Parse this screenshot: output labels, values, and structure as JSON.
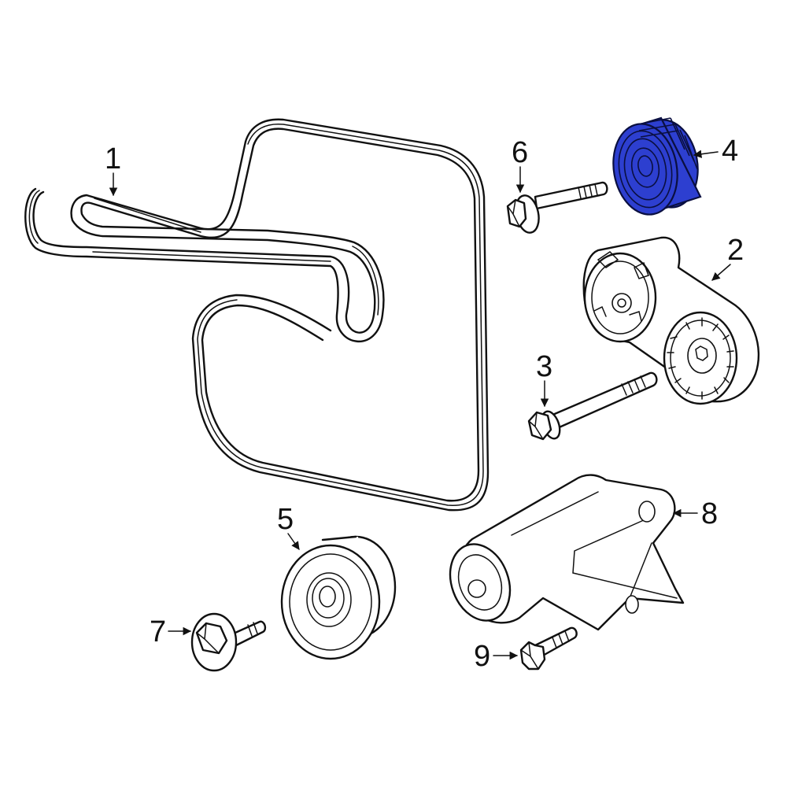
{
  "diagram": {
    "highlight_color": "#2d3fd0",
    "callouts": [
      {
        "id": "1",
        "label": "1"
      },
      {
        "id": "2",
        "label": "2"
      },
      {
        "id": "3",
        "label": "3"
      },
      {
        "id": "4",
        "label": "4"
      },
      {
        "id": "5",
        "label": "5"
      },
      {
        "id": "6",
        "label": "6"
      },
      {
        "id": "7",
        "label": "7"
      },
      {
        "id": "8",
        "label": "8"
      },
      {
        "id": "9",
        "label": "9"
      }
    ],
    "highlighted_part": "4"
  }
}
